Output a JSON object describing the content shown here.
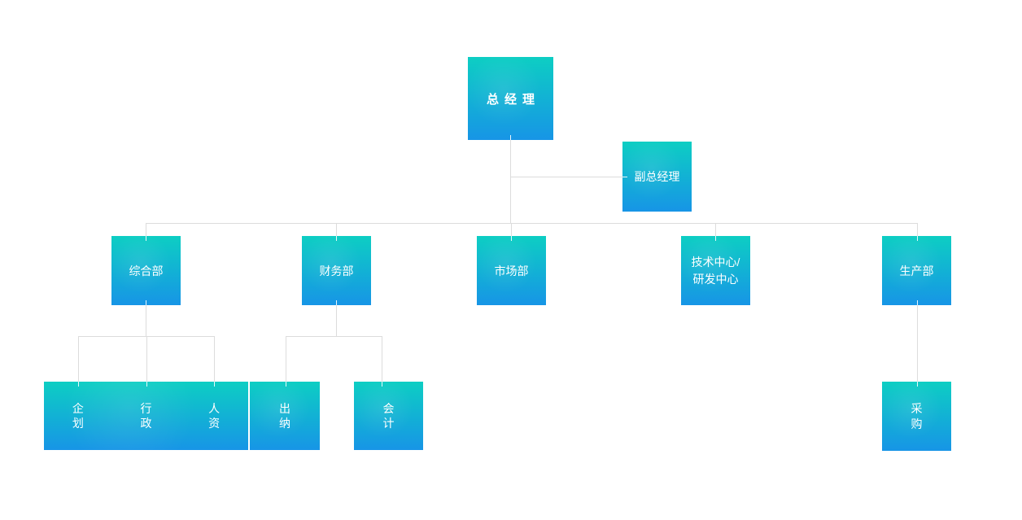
{
  "colors": {
    "box_gradient_top": "#0dcec3",
    "box_gradient_bottom": "#1795e6",
    "connector_line": "#dcdcdc",
    "text": "#ffffff",
    "background": "#ffffff"
  },
  "org_chart": {
    "general_manager": {
      "label": "总经理"
    },
    "deputy_general_manager": {
      "label": "副总经理"
    },
    "departments": [
      {
        "label": "综合部"
      },
      {
        "label": "财务部"
      },
      {
        "label": "市场部"
      },
      {
        "label": "技术中心/研发中心",
        "lines": [
          "技术中心/",
          "研发中心"
        ]
      },
      {
        "label": "生产部"
      }
    ],
    "general_affairs_teams": [
      {
        "label": "企划"
      },
      {
        "label": "行政"
      },
      {
        "label": "人资"
      }
    ],
    "finance_teams": [
      {
        "label": "出纳"
      },
      {
        "label": "会计"
      }
    ],
    "production_teams": [
      {
        "label": "采购"
      }
    ]
  }
}
